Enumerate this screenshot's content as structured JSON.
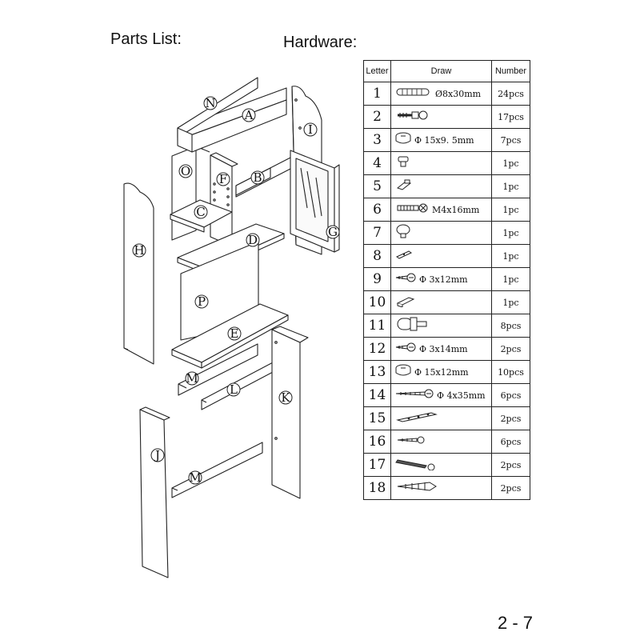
{
  "headings": {
    "parts_list": "Parts List:",
    "hardware": "Hardware:"
  },
  "parts": [
    "N",
    "A",
    "I",
    "O",
    "F",
    "B",
    "C",
    "G",
    "D",
    "H",
    "P",
    "E",
    "M",
    "L",
    "K",
    "J",
    "M"
  ],
  "hardware_table": {
    "columns": [
      "Letter",
      "Draw",
      "Number"
    ],
    "rows": [
      {
        "letter": "1",
        "icon": "cam-dowel-icon",
        "spec": "Ø8x30mm",
        "count": "24pcs"
      },
      {
        "letter": "2",
        "icon": "cam-bolt-icon",
        "spec": "",
        "count": "17pcs"
      },
      {
        "letter": "3",
        "icon": "cam-lock-icon",
        "spec": "Φ 15x9. 5mm",
        "count": "7pcs"
      },
      {
        "letter": "4",
        "icon": "shelf-support-icon",
        "spec": "",
        "count": "1pc"
      },
      {
        "letter": "5",
        "icon": "angled-support-icon",
        "spec": "",
        "count": "1pc"
      },
      {
        "letter": "6",
        "icon": "bolt-screw-icon",
        "spec": "M4x16mm",
        "count": "1pc"
      },
      {
        "letter": "7",
        "icon": "knob-icon",
        "spec": "",
        "count": "1pc"
      },
      {
        "letter": "8",
        "icon": "catch-plate-icon",
        "spec": "",
        "count": "1pc"
      },
      {
        "letter": "9",
        "icon": "screw-icon",
        "spec": "Φ 3x12mm",
        "count": "1pc"
      },
      {
        "letter": "10",
        "icon": "magnetic-catch-icon",
        "spec": "",
        "count": "1pc"
      },
      {
        "letter": "11",
        "icon": "shelf-pin-icon",
        "spec": "",
        "count": "8pcs"
      },
      {
        "letter": "12",
        "icon": "screw-icon",
        "spec": "Φ 3x14mm",
        "count": "2pcs"
      },
      {
        "letter": "13",
        "icon": "cam-lock-icon",
        "spec": "Φ 15x12mm",
        "count": "10pcs"
      },
      {
        "letter": "14",
        "icon": "long-screw-icon",
        "spec": "Φ 4x35mm",
        "count": "6pcs"
      },
      {
        "letter": "15",
        "icon": "metal-bracket-icon",
        "spec": "",
        "count": "2pcs"
      },
      {
        "letter": "16",
        "icon": "small-screw-icon",
        "spec": "",
        "count": "6pcs"
      },
      {
        "letter": "17",
        "icon": "wall-screw-icon",
        "spec": "",
        "count": "2pcs"
      },
      {
        "letter": "18",
        "icon": "wall-anchor-icon",
        "spec": "",
        "count": "2pcs"
      }
    ]
  },
  "page_number": "2 - 7"
}
